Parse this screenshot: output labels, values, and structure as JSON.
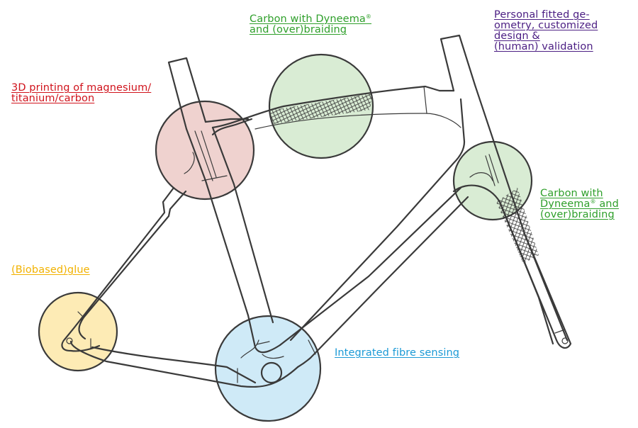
{
  "diagram": {
    "subject": "bicycle frame innovation overview",
    "colors": {
      "red": "#d0121b",
      "green": "#2e9f2a",
      "purple": "#4b1e83",
      "yellow": "#f2b200",
      "blue": "#1c9ad6",
      "pink_fill": "#efd2cf",
      "green_fill": "#d9ecd4",
      "yellow_fill": "#fdebb5",
      "blue_fill": "#cfeaf7",
      "line": "#3a3a3a"
    },
    "labels": {
      "printing": {
        "line1": "3D printing of magnesium/",
        "line2": "titanium/carbon"
      },
      "top_tube": {
        "line1": "Carbon with Dyneema",
        "line1_sup": "®",
        "line2": "and (over)braiding"
      },
      "geometry": {
        "line1": "Personal fitted ge-",
        "line2": "ometry, customized",
        "line3": "design &",
        "line4": "(human) validation"
      },
      "fork": {
        "line1": "Carbon with",
        "line2a": "Dyneema",
        "line2_sup": "®",
        "line2b": " and",
        "line3": "(over)braiding"
      },
      "glue": {
        "line1": "(Biobased)glue"
      },
      "sensing": {
        "line1": "Integrated fibre sensing"
      }
    },
    "callouts": [
      {
        "id": "seat-cluster",
        "topic": "3D printing",
        "color": "pink"
      },
      {
        "id": "top-tube",
        "topic": "Carbon braiding",
        "color": "green"
      },
      {
        "id": "head-tube",
        "topic": "Carbon braiding",
        "color": "green"
      },
      {
        "id": "rear-dropout",
        "topic": "Glue",
        "color": "yellow"
      },
      {
        "id": "bottom-bracket",
        "topic": "Fibre sensing",
        "color": "blue"
      }
    ]
  }
}
